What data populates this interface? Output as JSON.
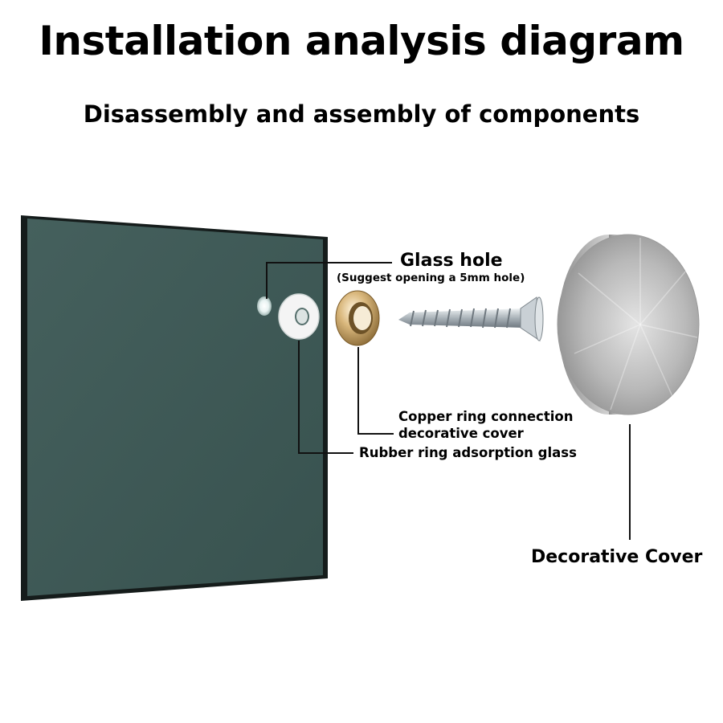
{
  "title": "Installation analysis diagram",
  "subtitle": "Disassembly and assembly of components",
  "labels": {
    "glass_hole": "Glass hole",
    "glass_hole_note": "(Suggest opening a 5mm hole)",
    "copper_ring_line1": "Copper ring connection",
    "copper_ring_line2": "decorative cover",
    "rubber_ring": "Rubber ring adsorption glass",
    "decorative_cover": "Decorative Cover"
  },
  "colors": {
    "glass_panel": "#3f5a57",
    "glass_edge": "#151c1b",
    "copper_ring": "#c9a46a",
    "rubber_ring": "#f2f2f2",
    "screw": "#b8c0c6",
    "cover_metal": "#b5b5b5",
    "leader_line": "#111111"
  }
}
